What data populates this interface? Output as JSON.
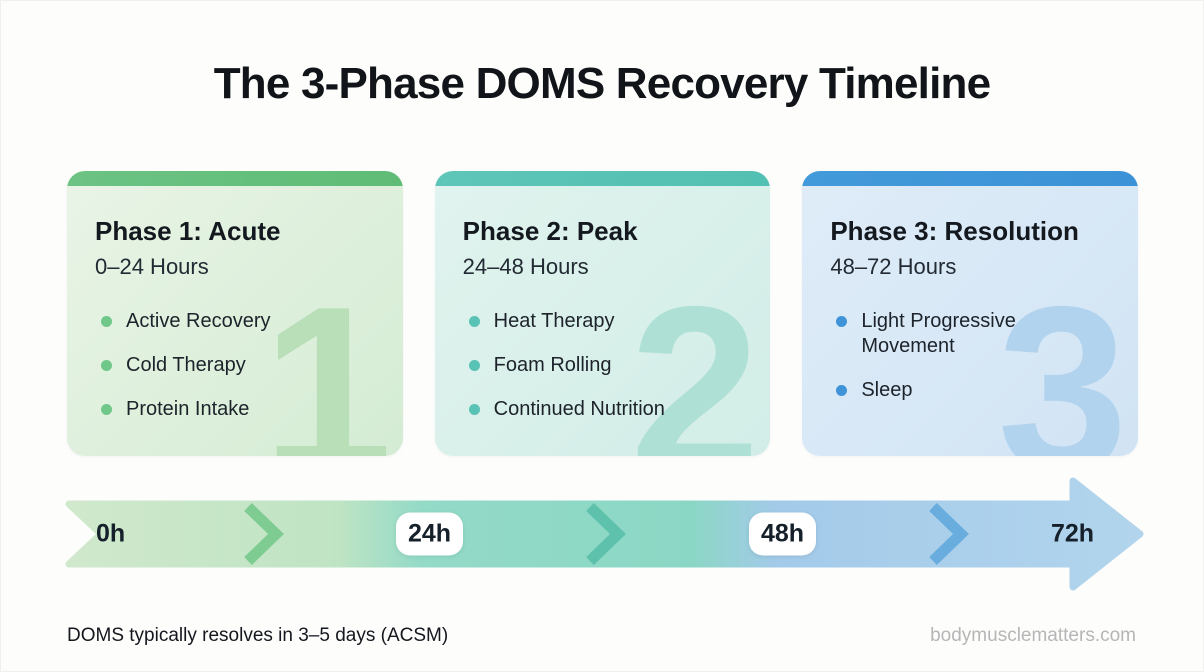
{
  "title": "The 3-Phase DOMS Recovery Timeline",
  "phases": [
    {
      "title": "Phase 1: Acute",
      "range": "0–24 Hours",
      "watermark": "1",
      "items": [
        "Active Recovery",
        "Cold Therapy",
        "Protein Intake"
      ],
      "accent": "#63bf7b",
      "body_color": "#dcedda",
      "dot_color": "#6fc78a"
    },
    {
      "title": "Phase 2: Peak",
      "range": "24–48 Hours",
      "watermark": "2",
      "items": [
        "Heat Therapy",
        "Foam Rolling",
        "Continued Nutrition"
      ],
      "accent": "#57c3b5",
      "body_color": "#d9f0ea",
      "dot_color": "#58c3b4"
    },
    {
      "title": "Phase 3: Resolution",
      "range": "48–72 Hours",
      "watermark": "3",
      "items": [
        "Light Progressive Movement",
        "Sleep"
      ],
      "accent": "#3d94d8",
      "body_color": "#d7e8f6",
      "dot_color": "#3f93d8"
    }
  ],
  "timeline": {
    "start_label": "0h",
    "marker_24": "24h",
    "marker_48": "48h",
    "end_label": "72h",
    "gradient": [
      "#d0e8cc",
      "#bfe4c4",
      "#93dac7",
      "#8bd7c5",
      "#a3cae9",
      "#b2d5ed"
    ],
    "chevron_colors": [
      "#7fcc93",
      "#5ec1ac",
      "#69addf"
    ]
  },
  "footer": {
    "note": "DOMS typically resolves in 3–5 days (ACSM)",
    "site": "bodymusclematters.com"
  }
}
